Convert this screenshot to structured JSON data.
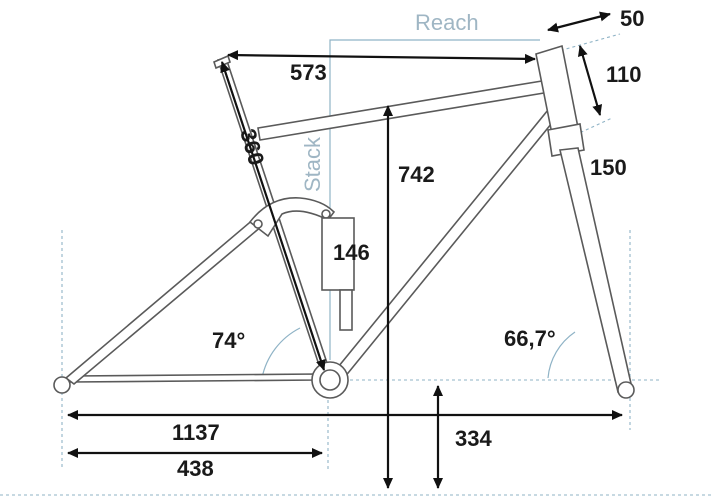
{
  "diagram": {
    "labels": {
      "reach": "Reach",
      "stack": "Stack",
      "top_tube": "573",
      "seat_tube": "360",
      "stack_height": "742",
      "shock": "146",
      "head_angle": "66,7°",
      "seat_angle": "74°",
      "head_tube": "150",
      "headset_stack": "110",
      "offset": "50",
      "wheelbase": "1137",
      "chainstay": "438",
      "bb_height": "334"
    },
    "colors": {
      "frame": "#5a5a5a",
      "guide": "#8fb3c6",
      "dimension": "#111111"
    }
  }
}
